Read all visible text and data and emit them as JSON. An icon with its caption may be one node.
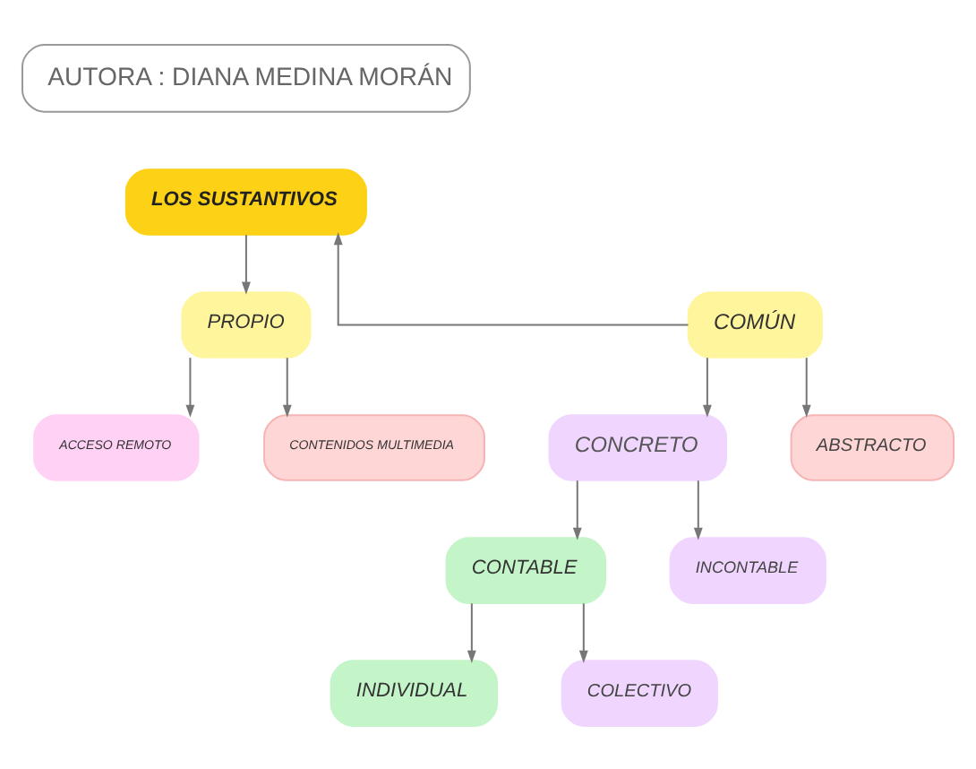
{
  "diagram": {
    "nodes": [
      {
        "text": [
          "AUTORA : DIANA MEDINA MORÁN"
        ]
      },
      {
        "text": [
          "LOS SUSTANTIVOS"
        ]
      },
      {
        "text": [
          "PROPIO"
        ]
      },
      {
        "text": [
          "COMÚN"
        ]
      },
      {
        "text": [
          "ACCESO REMOTO"
        ]
      },
      {
        "text": [
          "CONTENIDOS MULTIMEDIA"
        ]
      },
      {
        "text": [
          "CONCRETO"
        ]
      },
      {
        "text": [
          "ABSTRACTO"
        ]
      },
      {
        "text": [
          "CONTABLE"
        ]
      },
      {
        "text": [
          "INCONTABLE"
        ]
      },
      {
        "text": [
          "INDIVIDUAL"
        ]
      },
      {
        "text": [
          "COLECTIVO"
        ]
      }
    ],
    "edges": [
      {
        "from": 1,
        "to": 2,
        "arrow": "to"
      },
      {
        "from": 3,
        "to": 1,
        "arrow": "to"
      },
      {
        "from": 2,
        "to": 4,
        "arrow": "to"
      },
      {
        "from": 2,
        "to": 5,
        "arrow": "to"
      },
      {
        "from": 3,
        "to": 6,
        "arrow": "to"
      },
      {
        "from": 3,
        "to": 7,
        "arrow": "to"
      },
      {
        "from": 6,
        "to": 8,
        "arrow": "to"
      },
      {
        "from": 6,
        "to": 9,
        "arrow": "to"
      },
      {
        "from": 8,
        "to": 10,
        "arrow": "to"
      },
      {
        "from": 8,
        "to": 11,
        "arrow": "to"
      }
    ]
  }
}
